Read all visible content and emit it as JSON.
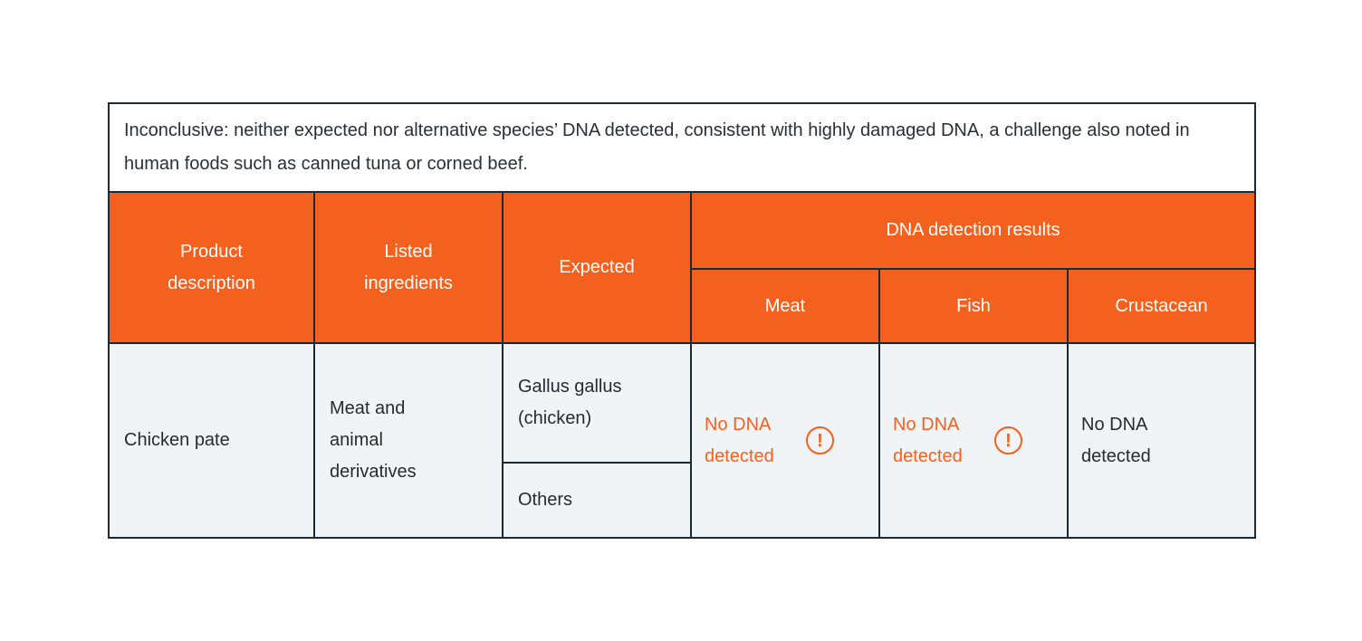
{
  "note": {
    "text": "Inconclusive: neither expected nor alternative species’ DNA detected, consistent with highly damaged DNA, a challenge also noted in human foods such as canned tuna or corned beef."
  },
  "colors": {
    "accent_orange": "#f4601e",
    "border_dark": "#1e2936",
    "body_background": "#f1f4f7",
    "header_text": "#ffffff"
  },
  "icons": {
    "warning": "!"
  },
  "table": {
    "header": {
      "product": "Product description",
      "ingredients": "Listed ingredients",
      "expected": "Expected",
      "dna_group": "DNA detection results",
      "meat": "Meat",
      "fish": "Fish",
      "crustacean": "Crustacean"
    },
    "row": {
      "product": "Chicken pate",
      "ingredients": "Meat and animal derivatives",
      "expected_primary": "Gallus gallus (chicken)",
      "expected_secondary": "Others",
      "results": {
        "meat": {
          "text": "No DNA detected",
          "alert": true,
          "has_warning_icon": true
        },
        "fish": {
          "text": "No DNA detected",
          "alert": true,
          "has_warning_icon": true
        },
        "crustacean": {
          "text": "No DNA detected",
          "alert": false,
          "has_warning_icon": false
        }
      }
    }
  },
  "chart_data": {
    "type": "table",
    "title": "",
    "note": "Inconclusive: neither expected nor alternative species’ DNA detected, consistent with highly damaged DNA, a challenge also noted in human foods such as canned tuna or corned beef.",
    "columns": [
      "Product description",
      "Listed ingredients",
      "Expected",
      "DNA detection results – Meat",
      "DNA detection results – Fish",
      "DNA detection results – Crustacean"
    ],
    "rows": [
      {
        "product_description": "Chicken pate",
        "listed_ingredients": "Meat and animal derivatives",
        "expected": [
          "Gallus gallus (chicken)",
          "Others"
        ],
        "meat": "No DNA detected (warning)",
        "fish": "No DNA detected (warning)",
        "crustacean": "No DNA detected"
      }
    ],
    "legend_position": "none",
    "grid": true
  }
}
